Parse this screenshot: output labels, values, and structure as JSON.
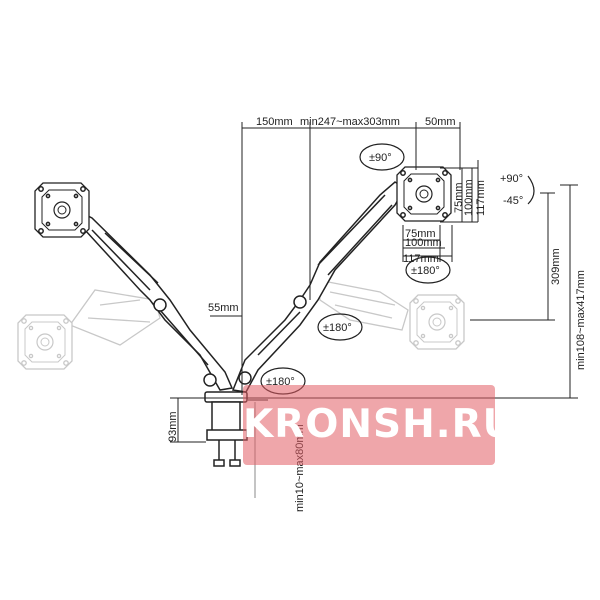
{
  "dimensions": {
    "reach_left": "150mm",
    "reach_middle": "min247~max303mm",
    "reach_right": "50mm",
    "pole_offset": "55mm",
    "vesa_75": "75mm",
    "vesa_100": "100mm",
    "vesa_117": "117mm",
    "height_309": "309mm",
    "height_total": "min108~max417mm",
    "clamp_height": "93mm",
    "desk_thickness": "min10~max80mm"
  },
  "angles": {
    "rotate_screen": "±90°",
    "tilt_up": "+90°",
    "tilt_down": "-45°",
    "swivel_head": "±180°",
    "swivel_arm": "±180°",
    "swivel_base": "±180°"
  },
  "watermark": "KRONSH.RU",
  "colors": {
    "line": "#222222",
    "ghost": "#c8c8c8",
    "watermark": "#e25d65"
  }
}
